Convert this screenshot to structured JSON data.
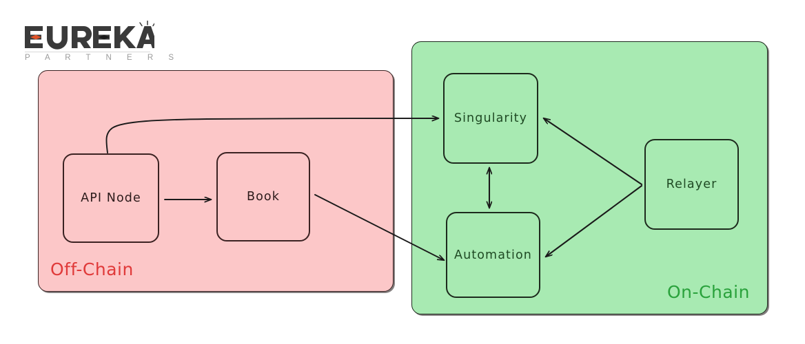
{
  "logo": {
    "wordmark": "EUREKA",
    "tagline": "P A R T N E R S",
    "accent_color": "#e0542a",
    "text_color": "#3a3a3a",
    "tagline_color": "#9a9a9a",
    "spark_icon": "spark-lines-icon"
  },
  "diagram": {
    "type": "architecture-diagram",
    "regions": [
      {
        "id": "offchain",
        "label": "Off-Chain",
        "fill": "#fcc7c8",
        "border": "#3a2222",
        "label_color": "#e03a3a"
      },
      {
        "id": "onchain",
        "label": "On-Chain",
        "fill": "#a8eab2",
        "border": "#1d2a1d",
        "label_color": "#2aa23c"
      }
    ],
    "nodes": [
      {
        "id": "api-node",
        "label": "API Node",
        "region": "offchain"
      },
      {
        "id": "book",
        "label": "Book",
        "region": "offchain"
      },
      {
        "id": "singularity",
        "label": "Singularity",
        "region": "onchain"
      },
      {
        "id": "automation",
        "label": "Automation",
        "region": "onchain"
      },
      {
        "id": "relayer",
        "label": "Relayer",
        "region": "onchain"
      }
    ],
    "edges": [
      {
        "from": "api-node",
        "to": "singularity",
        "style": "curved",
        "direction": "one-way"
      },
      {
        "from": "api-node",
        "to": "book",
        "style": "straight",
        "direction": "one-way"
      },
      {
        "from": "book",
        "to": "automation",
        "style": "straight",
        "direction": "one-way"
      },
      {
        "from": "singularity",
        "to": "automation",
        "style": "straight",
        "direction": "two-way"
      },
      {
        "from": "relayer",
        "to": "singularity",
        "style": "straight",
        "direction": "one-way"
      },
      {
        "from": "relayer",
        "to": "automation",
        "style": "straight",
        "direction": "one-way"
      }
    ],
    "stroke_color": "#1a1a1a"
  }
}
